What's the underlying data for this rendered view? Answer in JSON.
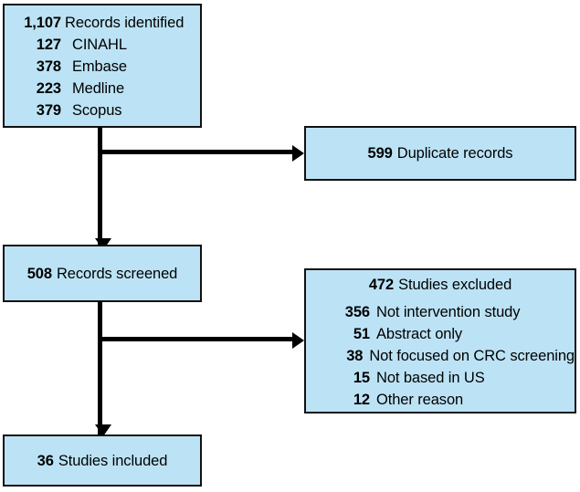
{
  "diagram": {
    "type": "prisma-flow-diagram",
    "colors": {
      "box_fill": "#bce3f5",
      "box_border": "#111111",
      "connector": "#000000",
      "background": "#ffffff"
    },
    "boxes": {
      "identified": {
        "head": {
          "number": "1,107",
          "label": "Records identified"
        },
        "sources": [
          {
            "number": "127",
            "label": "CINAHL"
          },
          {
            "number": "378",
            "label": "Embase"
          },
          {
            "number": "223",
            "label": "Medline"
          },
          {
            "number": "379",
            "label": "Scopus"
          }
        ]
      },
      "duplicates": {
        "head": {
          "number": "599",
          "label": "Duplicate records"
        }
      },
      "screened": {
        "head": {
          "number": "508",
          "label": "Records screened"
        }
      },
      "excluded": {
        "head": {
          "number": "472",
          "label": "Studies excluded"
        },
        "reasons": [
          {
            "number": "356",
            "label": "Not intervention study"
          },
          {
            "number": "51",
            "label": "Abstract only"
          },
          {
            "number": "38",
            "label": "Not focused on CRC screening"
          },
          {
            "number": "15",
            "label": "Not based in US"
          },
          {
            "number": "12",
            "label": "Other reason"
          }
        ]
      },
      "included": {
        "head": {
          "number": "36",
          "label": "Studies included"
        }
      }
    },
    "connectors": [
      {
        "name": "identified-to-duplicates",
        "direction": "right"
      },
      {
        "name": "identified-to-screened",
        "direction": "down"
      },
      {
        "name": "screened-to-excluded",
        "direction": "right"
      },
      {
        "name": "screened-to-included",
        "direction": "down"
      }
    ]
  }
}
